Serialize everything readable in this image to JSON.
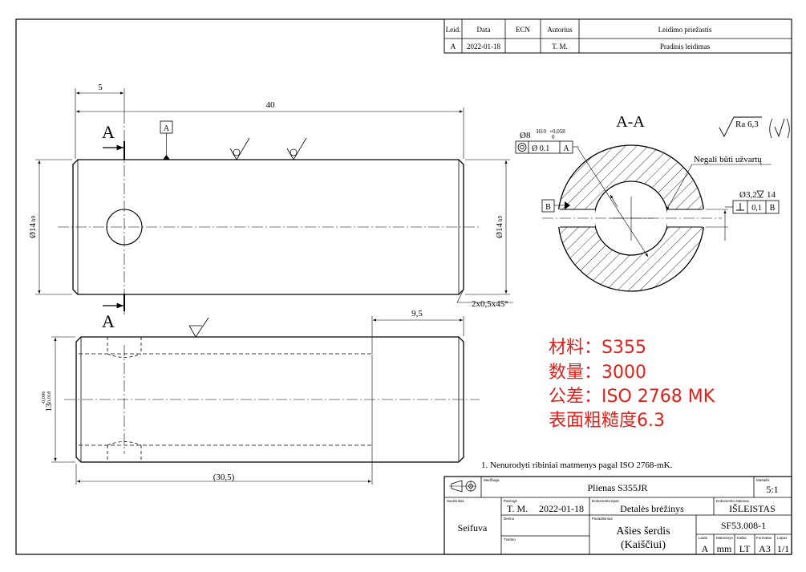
{
  "revision_table": {
    "headers": [
      "Leid.",
      "Data",
      "ECN",
      "Autorius",
      "Leidimo priežastis"
    ],
    "row": [
      "A",
      "2022-01-18",
      "",
      "T. M.",
      "Pradinis leidimas"
    ]
  },
  "dims": {
    "top_offset": "5",
    "top_length": "40",
    "left_diameter": "Ø14",
    "left_diameter_tol": "h9",
    "right_diameter": "Ø14",
    "right_diameter_tol": "h9",
    "chamfer": "2x0,5x45°",
    "lower_flat": "9,5",
    "lower_height": "13",
    "lower_height_tol_upper": "-0,006",
    "lower_height_tol_lower": "-0,018",
    "lower_length": "(30,5)"
  },
  "section": {
    "label": "A-A",
    "cut_label": "A",
    "datum_a": "A",
    "datum_b": "B",
    "hole_diameter": "Ø8",
    "hole_tol": "H10",
    "hole_tol_upper": "+0,058",
    "hole_tol_lower": "0",
    "concentricity_value": "Ø 0.1",
    "concentricity_ref": "A",
    "note_no_weld": "Negali būti užvartų",
    "pin_hole": "Ø3,2",
    "pin_depth": "14",
    "perp_value": "0,1",
    "perp_ref": "B"
  },
  "surface": {
    "roughness": "Ra 6,3"
  },
  "red_notes": [
    "材料：S355",
    "数量：3000",
    "公差：ISO 2768 MK",
    "表面粗糙度6.3"
  ],
  "general_note": "1. Nenurodyti ribiniai matmenys pagal ISO 2768-mK.",
  "title_block": {
    "label_material": "Medžiaga",
    "material": "Plienas S355JR",
    "label_scale": "Mastelis",
    "scale": "5:1",
    "label_owner": "Savininkas",
    "owner": "Seifuva",
    "label_prepared": "Parengė",
    "prepared_by": "T. M.",
    "prepared_date": "2022-01-18",
    "label_doc_type": "Dokumento tipas",
    "doc_type": "Detalės brėžinys",
    "label_doc_status": "Dokumento statusas",
    "doc_status": "IŠLEISTAS",
    "label_checked": "Derino",
    "label_title": "Pavadinimas",
    "title_line1": "Ašies šerdis",
    "title_line2": "(Kaiščiui)",
    "drawing_number": "SF53.008-1",
    "label_approved": "Tvirtino",
    "label_edition": "Laida",
    "edition": "A",
    "label_units": "Matmenys",
    "units": "mm",
    "label_language": "Kalba",
    "language": "LT",
    "label_format": "Formatas",
    "format": "A3",
    "label_sheet": "Lapas",
    "sheet": "1/1"
  }
}
